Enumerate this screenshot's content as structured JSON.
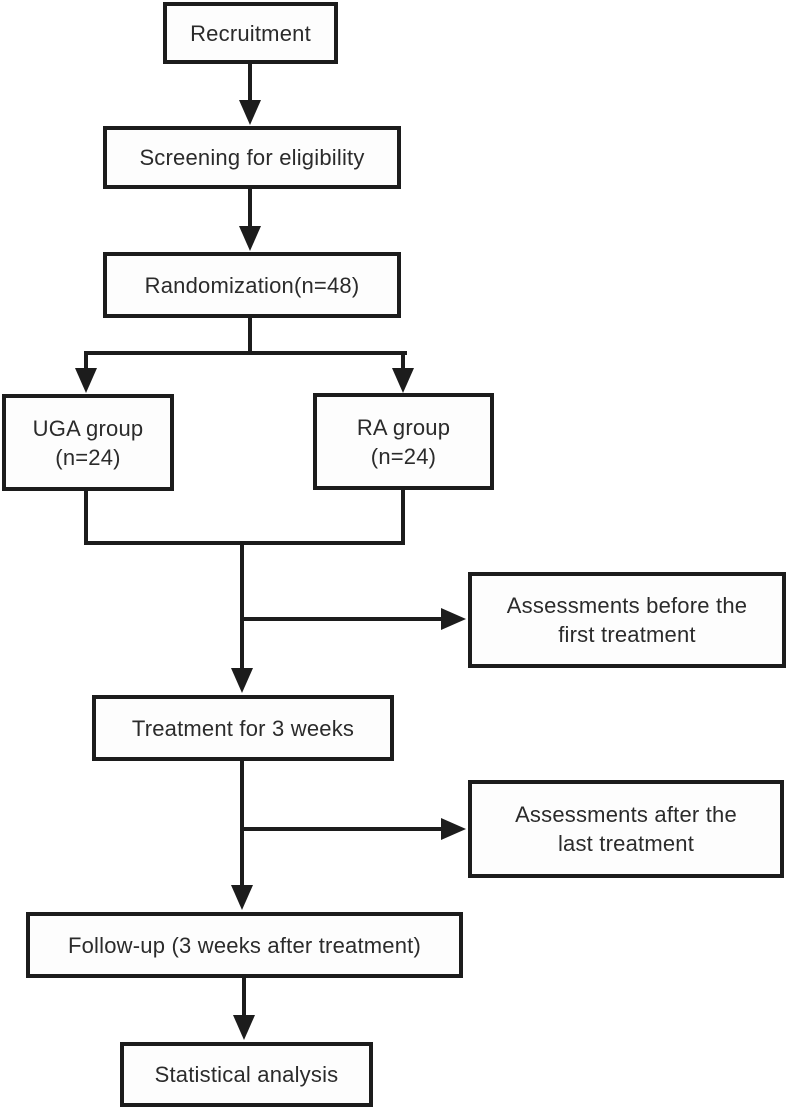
{
  "diagram": {
    "type": "flowchart",
    "nodes": {
      "recruitment": {
        "label": "Recruitment"
      },
      "screening": {
        "label": "Screening for eligibility"
      },
      "randomization": {
        "label": "Randomization(n=48)"
      },
      "uga": {
        "lines": [
          "UGA group",
          "(n=24)"
        ]
      },
      "ra": {
        "lines": [
          "RA group",
          "(n=24)"
        ]
      },
      "assess_before": {
        "lines": [
          "Assessments before the",
          "first treatment"
        ]
      },
      "treatment": {
        "label": "Treatment for 3 weeks"
      },
      "assess_after": {
        "lines": [
          "Assessments after the",
          "last treatment"
        ]
      },
      "followup": {
        "label": "Follow-up (3 weeks after treatment)"
      },
      "statistical": {
        "label": "Statistical analysis"
      }
    },
    "edges": [
      {
        "from": "recruitment",
        "to": "screening"
      },
      {
        "from": "screening",
        "to": "randomization"
      },
      {
        "from": "randomization",
        "to": "uga"
      },
      {
        "from": "randomization",
        "to": "ra"
      },
      {
        "from": "uga",
        "to": "treatment"
      },
      {
        "from": "ra",
        "to": "treatment"
      },
      {
        "from": "pre_treatment_path",
        "to": "assess_before"
      },
      {
        "from": "post_treatment_path",
        "to": "assess_after"
      },
      {
        "from": "treatment",
        "to": "followup"
      },
      {
        "from": "followup",
        "to": "statistical"
      }
    ],
    "colors": {
      "line": "#1c1c1c",
      "text": "#2b2b2b",
      "box_fill": "#fdfdfd",
      "background": "#ffffff"
    }
  }
}
